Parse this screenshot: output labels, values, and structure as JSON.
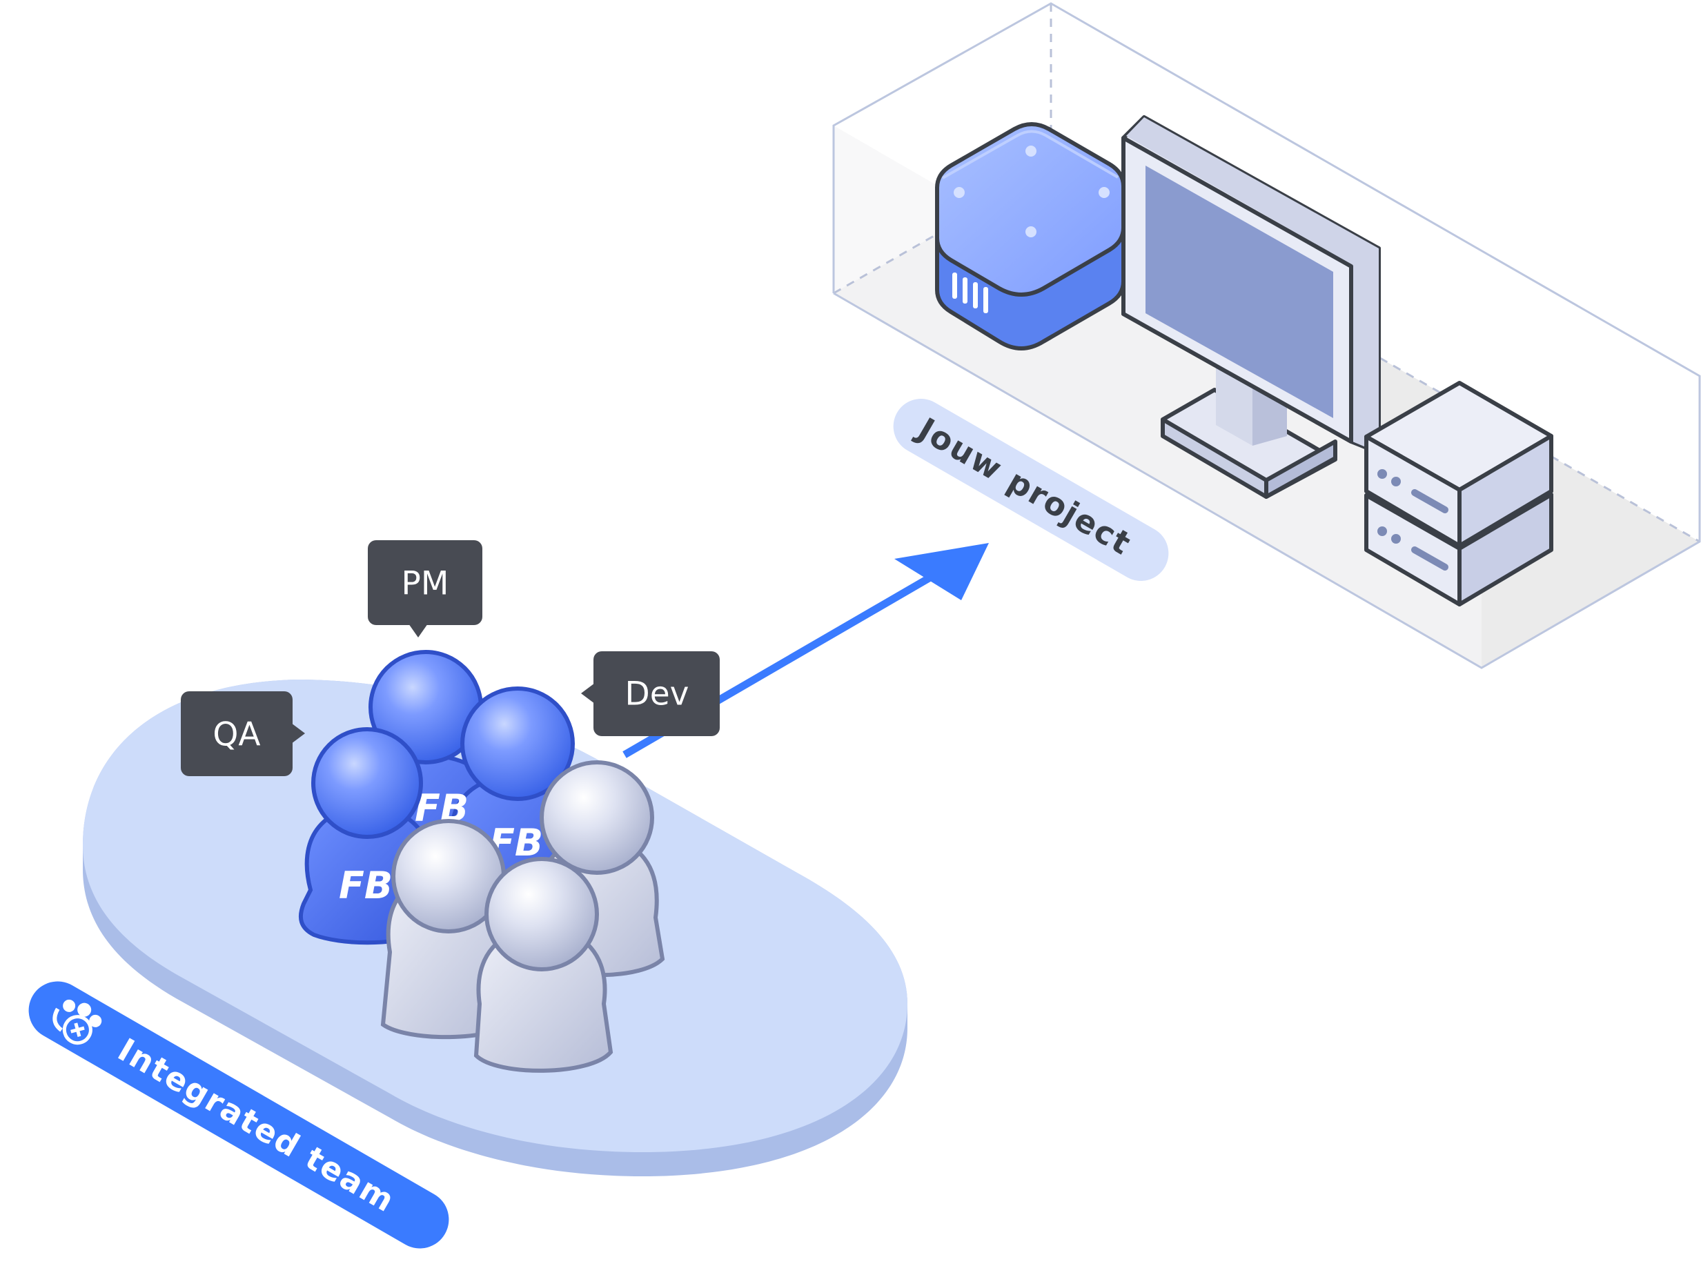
{
  "diagram": {
    "roles": {
      "pm": "PM",
      "qa": "QA",
      "dev": "Dev"
    },
    "labels": {
      "project": "Jouw project",
      "team": "Integrated team"
    },
    "badge_glyph": "FB",
    "icons": {
      "team": "team-icon",
      "arrow": "arrow-icon",
      "storage": "storage-cube-icon",
      "monitor": "monitor-icon",
      "server": "server-rack-icon"
    },
    "colors": {
      "accent": "#3a7bff",
      "platform": "#cddcfa",
      "platform_side": "#aabde8",
      "tooltip": "#484b53",
      "member_blue": "#4a78f0",
      "member_gray": "#c6cbe0",
      "outline": "#3a3f47"
    }
  }
}
